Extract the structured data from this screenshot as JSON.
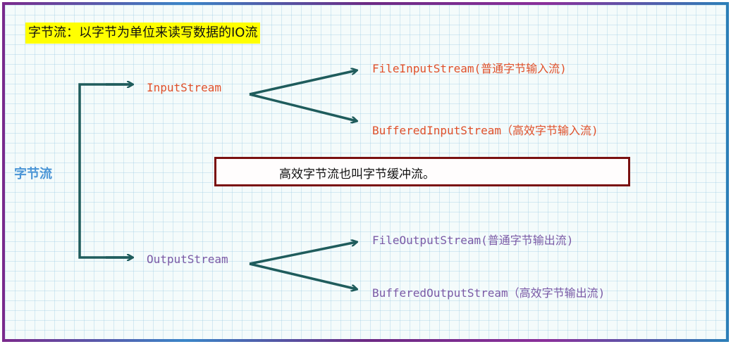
{
  "title": "字节流：以字节为单位来读写数据的IO流",
  "root_label": "字节流",
  "input": {
    "label": "InputStream",
    "children": [
      "FileInputStream(普通字节输入流)",
      "BufferedInputStream（高效字节输入流)"
    ]
  },
  "output": {
    "label": "OutputStream",
    "children": [
      "FileOutputStream(普通字节输出流)",
      "BufferedOutputStream（高效字节输出流)"
    ]
  },
  "note": "高效字节流也叫字节缓冲流。",
  "colors": {
    "input_text": "#e0502a",
    "output_text": "#7a5aa6",
    "root_text": "#4a95d6",
    "arrow": "#1f5c5c",
    "highlight": "#ffff00",
    "note_border": "#7a1010"
  }
}
